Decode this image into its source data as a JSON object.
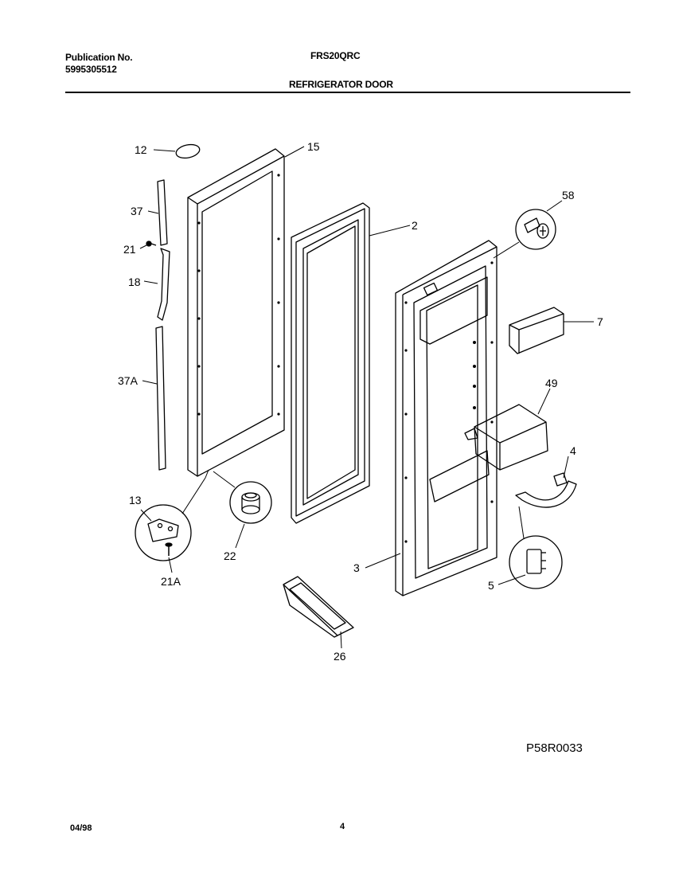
{
  "header": {
    "publication_label": "Publication No.",
    "publication_number": "5995305512",
    "model": "FRS20QRC",
    "section_title": "REFRIGERATOR DOOR"
  },
  "callouts": {
    "c12": "12",
    "c15": "15",
    "c37": "37",
    "c21": "21",
    "c18": "18",
    "c37a": "37A",
    "c2": "2",
    "c58": "58",
    "c7": "7",
    "c49": "49",
    "c4": "4",
    "c13": "13",
    "c22": "22",
    "c21a": "21A",
    "c3": "3",
    "c5": "5",
    "c26": "26"
  },
  "diagram_code": "P58R0033",
  "footer": {
    "date": "04/98",
    "page": "4"
  }
}
